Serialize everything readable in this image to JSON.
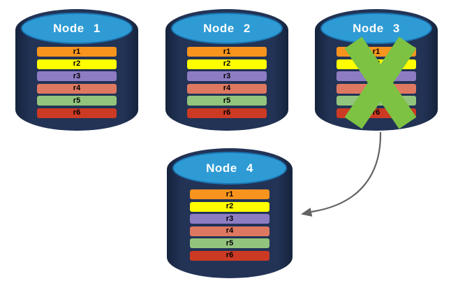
{
  "diagram": {
    "background_color": "#FFFFFF",
    "nodes": [
      {
        "id": "node-1",
        "title": "Node 1",
        "failed": false,
        "replicas": [
          {
            "label": "r1",
            "color": "#F7941E"
          },
          {
            "label": "r2",
            "color": "#FFFF00"
          },
          {
            "label": "r3",
            "color": "#8E7CC3"
          },
          {
            "label": "r4",
            "color": "#DF7861"
          },
          {
            "label": "r5",
            "color": "#93C47D"
          },
          {
            "label": "r6",
            "color": "#CC3A24"
          }
        ]
      },
      {
        "id": "node-2",
        "title": "Node 2",
        "failed": false,
        "replicas": [
          {
            "label": "r1",
            "color": "#F7941E"
          },
          {
            "label": "r2",
            "color": "#FFFF00"
          },
          {
            "label": "r3",
            "color": "#8E7CC3"
          },
          {
            "label": "r4",
            "color": "#DF7861"
          },
          {
            "label": "r5",
            "color": "#93C47D"
          },
          {
            "label": "r6",
            "color": "#CC3A24"
          }
        ]
      },
      {
        "id": "node-3",
        "title": "Node 3",
        "failed": true,
        "replicas": [
          {
            "label": "r1",
            "color": "#F7941E"
          },
          {
            "label": "r2",
            "color": "#FFFF00"
          },
          {
            "label": "r3",
            "color": "#8E7CC3"
          },
          {
            "label": "r4",
            "color": "#DF7861"
          },
          {
            "label": "r5",
            "color": "#93C47D"
          },
          {
            "label": "r6",
            "color": "#CC3A24"
          }
        ]
      },
      {
        "id": "node-4",
        "title": "Node 4",
        "failed": false,
        "replicas": [
          {
            "label": "r1",
            "color": "#F7941E"
          },
          {
            "label": "r2",
            "color": "#FFFF00"
          },
          {
            "label": "r3",
            "color": "#8E7CC3"
          },
          {
            "label": "r4",
            "color": "#DF7861"
          },
          {
            "label": "r5",
            "color": "#93C47D"
          },
          {
            "label": "r6",
            "color": "#CC3A24"
          }
        ]
      }
    ],
    "failure_mark": {
      "on_node": "Node 3",
      "shape": "x",
      "color": "#7DC242"
    },
    "arrow": {
      "from": "Node 3",
      "to": "Node 4",
      "style": "curved",
      "color": "#636363"
    },
    "colors": {
      "cylinder_body": "#223356",
      "cylinder_body_edge": "#15233C",
      "cylinder_top": "#2E9BD5",
      "cylinder_top_border": "#1A74B0",
      "node_title_text": "#FFFFFF",
      "replica_label_text": "#000000"
    }
  }
}
